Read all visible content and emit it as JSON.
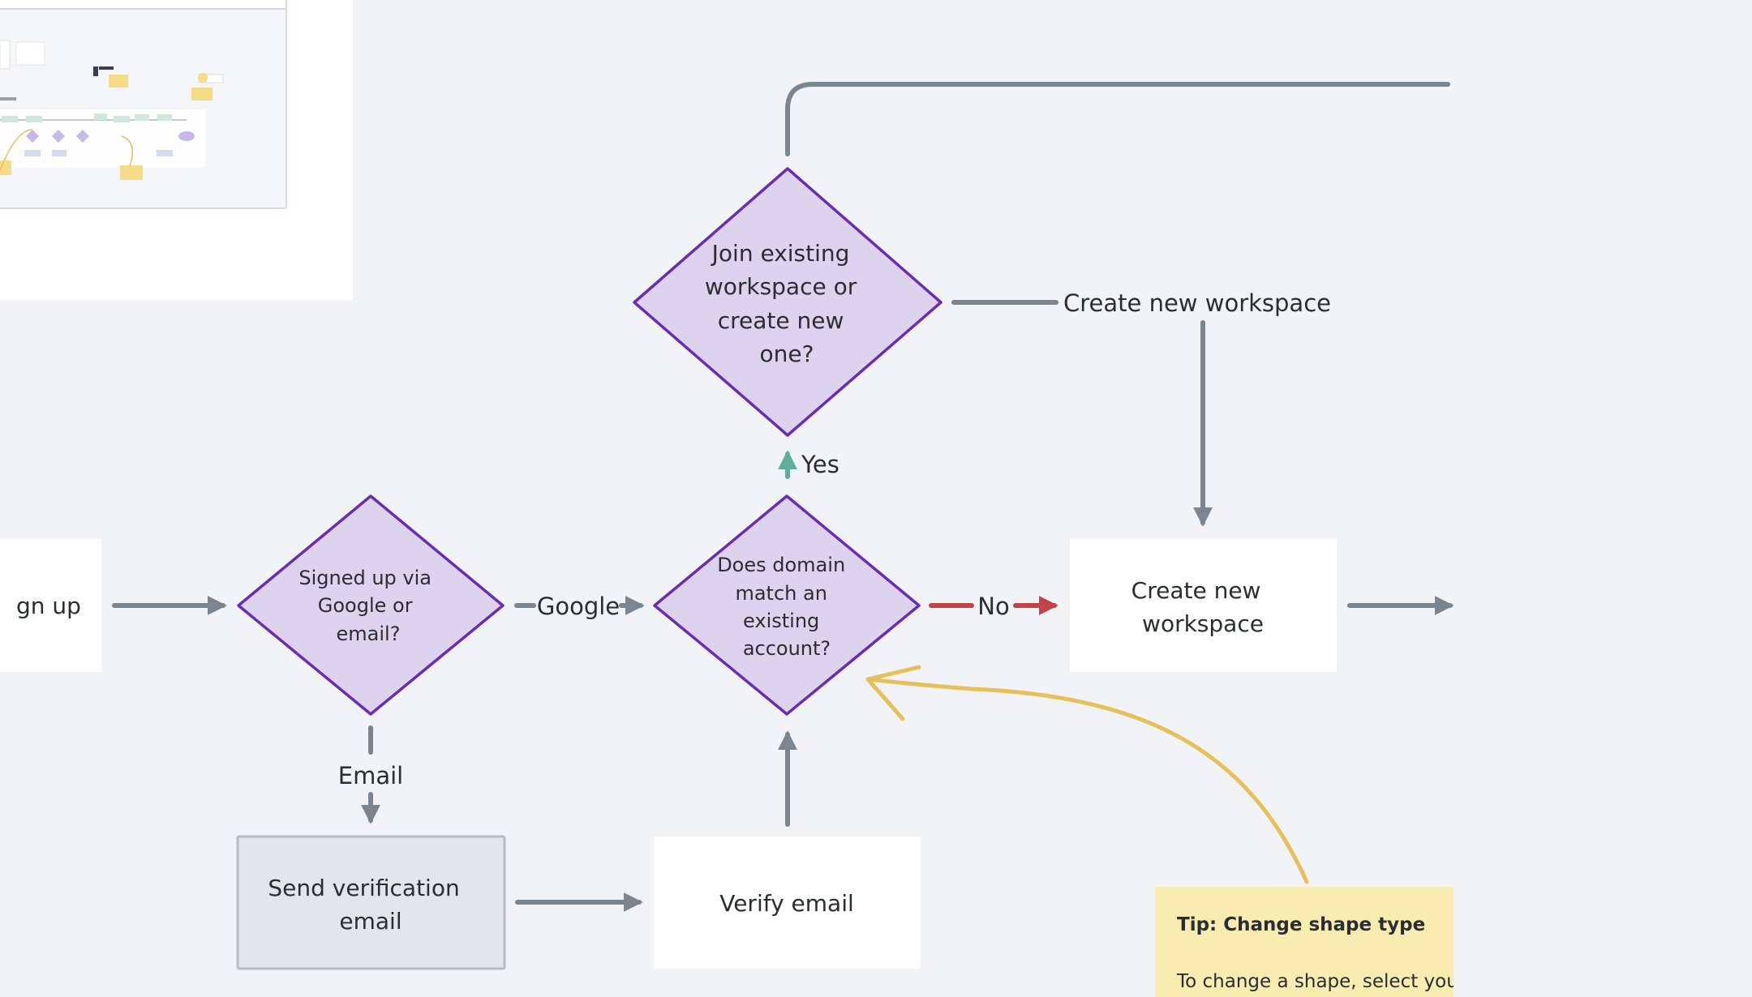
{
  "nodes": {
    "sign_up": "gn up",
    "signed_up_via": [
      "Signed up via",
      "Google or",
      "email?"
    ],
    "send_verification": [
      "Send verification",
      "email"
    ],
    "verify_email": "Verify email",
    "domain_match": [
      "Does domain",
      "match an",
      "existing",
      "account?"
    ],
    "join_existing": [
      "Join existing",
      "workspace or",
      "create new",
      "one?"
    ],
    "create_new_workspace": [
      "Create new",
      "workspace"
    ]
  },
  "edge_labels": {
    "google": "Google",
    "email": "Email",
    "no": "No",
    "yes": "Yes",
    "create_new_workspace": "Create new workspace"
  },
  "tip": {
    "title": "Tip: Change shape type",
    "body": "To change a shape, select your"
  },
  "colors": {
    "diamond_fill": "#ddd3ef",
    "diamond_stroke": "#6a2bb8",
    "connector": "#7b8590",
    "no_arrow": "#c2444b",
    "yes_arrow": "#5fae99",
    "annotation": "#e8c05a",
    "tip_note": "#f8ecb0",
    "selected_box_fill": "#e3e5ea",
    "box_fill": "#ffffff"
  }
}
